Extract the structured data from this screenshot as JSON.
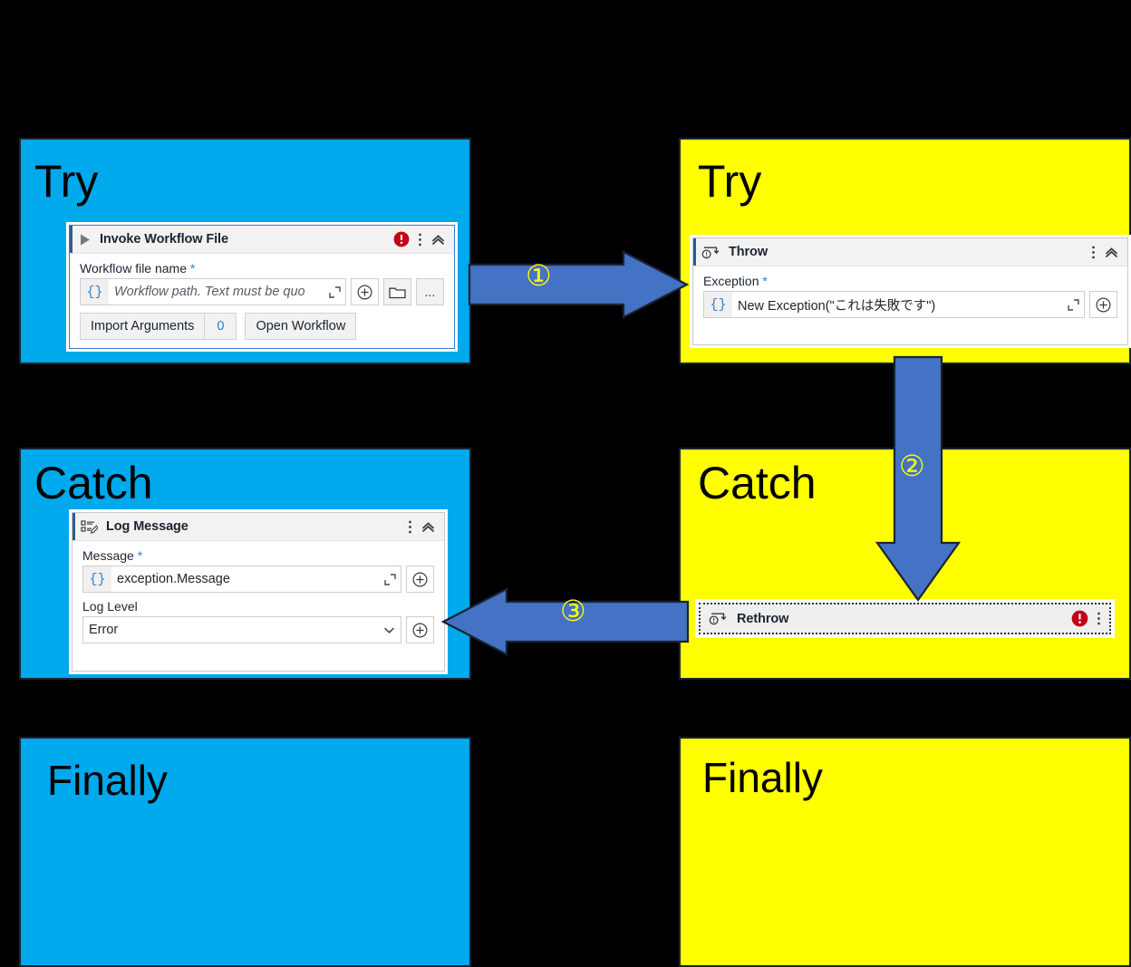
{
  "diagram": {
    "background_color": "#000000",
    "regions": [
      {
        "id": "try-blue",
        "title": "Try",
        "color": "#00a8ec"
      },
      {
        "id": "try-yellow",
        "title": "Try",
        "color": "#ffff00"
      },
      {
        "id": "catch-blue",
        "title": "Catch",
        "color": "#00a8ec"
      },
      {
        "id": "catch-yellow",
        "title": "Catch",
        "color": "#ffff00"
      },
      {
        "id": "fin-blue",
        "title": "Finally",
        "color": "#00a8ec"
      },
      {
        "id": "fin-yellow",
        "title": "Finally",
        "color": "#ffff00"
      }
    ]
  },
  "invoke_panel": {
    "title": "Invoke Workflow File",
    "play_icon": "play-icon",
    "error_icon": "error-icon",
    "menu_icon": "kebab-menu-icon",
    "collapse_icon": "chevron-up-icon",
    "field_label": "Workflow file name",
    "required_mark": "*",
    "braces": "{}",
    "path_placeholder": "Workflow path. Text must be quo",
    "expand_icon": "expand-expression-icon",
    "plus_icon": "plus-circle-icon",
    "folder_icon": "folder-icon",
    "ellipsis_label": "...",
    "import_button": "Import Arguments",
    "import_count": "0",
    "open_button": "Open Workflow"
  },
  "throw_panel": {
    "title": "Throw",
    "activity_icon": "throw-exception-icon",
    "menu_icon": "kebab-menu-icon",
    "collapse_icon": "chevron-up-icon",
    "field_label": "Exception",
    "required_mark": "*",
    "braces": "{}",
    "expression": "New Exception(\"これは失敗です\")",
    "expand_icon": "expand-expression-icon",
    "plus_icon": "plus-circle-icon"
  },
  "log_panel": {
    "title": "Log Message",
    "activity_icon": "log-message-icon",
    "menu_icon": "kebab-menu-icon",
    "collapse_icon": "chevron-up-icon",
    "message_label": "Message",
    "required_mark": "*",
    "braces": "{}",
    "message_value": "exception.Message",
    "expand_icon": "expand-expression-icon",
    "plus_icon": "plus-circle-icon",
    "level_label": "Log Level",
    "level_value": "Error",
    "level_caret": "chevron-down-icon"
  },
  "rethrow_panel": {
    "title": "Rethrow",
    "activity_icon": "rethrow-exception-icon",
    "error_icon": "error-icon",
    "menu_icon": "kebab-menu-icon",
    "selected": true
  },
  "arrows": [
    {
      "id": "arrow-1",
      "label": "①",
      "direction": "right",
      "color": "#4472c4"
    },
    {
      "id": "arrow-2",
      "label": "②",
      "direction": "down",
      "color": "#4472c4"
    },
    {
      "id": "arrow-3",
      "label": "③",
      "direction": "left",
      "color": "#4472c4"
    }
  ]
}
